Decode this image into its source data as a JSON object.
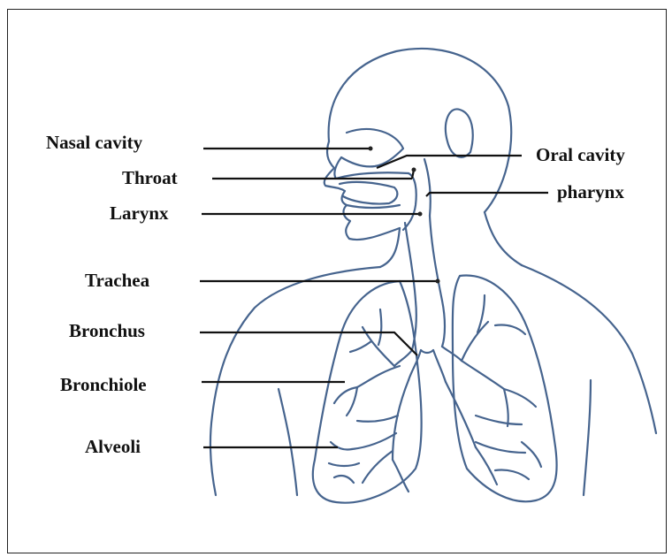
{
  "labels": {
    "nasal_cavity": "Nasal cavity",
    "throat": "Throat",
    "larynx": "Larynx",
    "trachea": "Trachea",
    "bronchus": "Bronchus",
    "bronchiole": "Bronchiole",
    "alveoli": "Alveoli",
    "oral_cavity": "Oral cavity",
    "pharynx": "pharynx"
  },
  "colors": {
    "outline": "#46648e",
    "label": "#111111",
    "frame": "#222222"
  }
}
